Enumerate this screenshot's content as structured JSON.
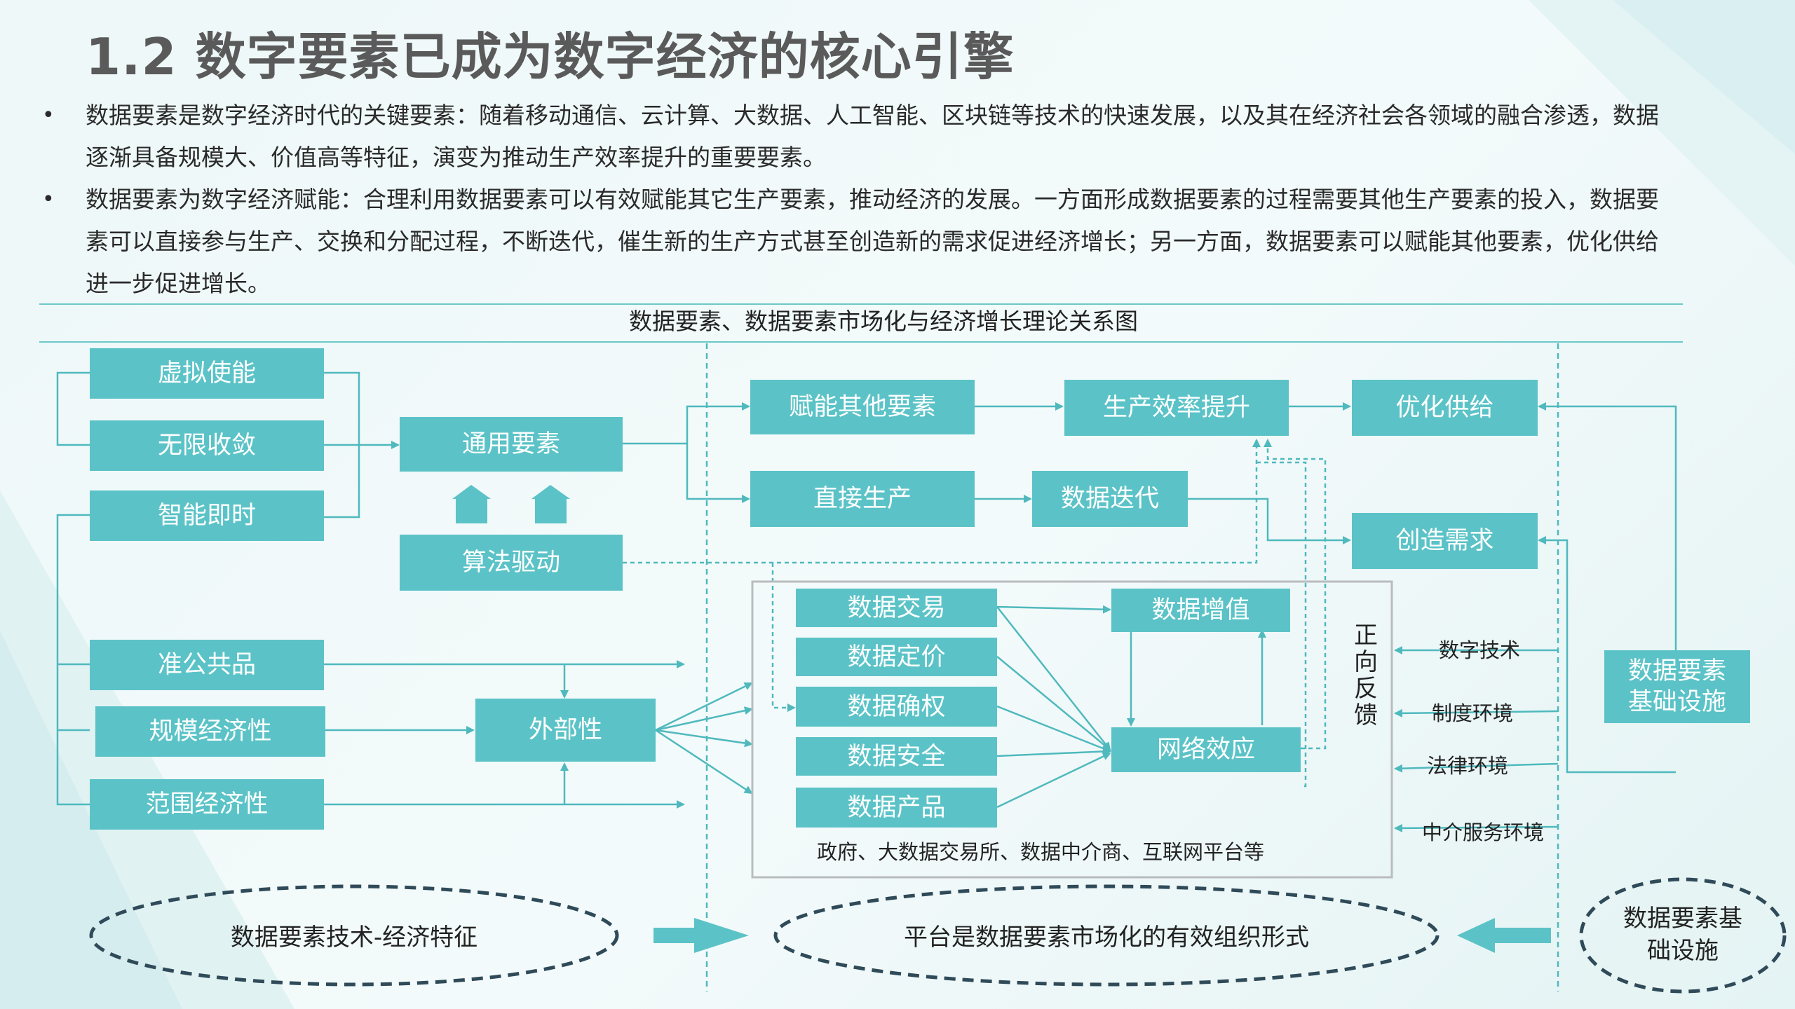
{
  "title": "1.2 数字要素已成为数字经济的核心引擎",
  "bullets": [
    "数据要素是数字经济时代的关键要素：随着移动通信、云计算、大数据、人工智能、区块链等技术的快速发展，以及其在经济社会各领域的融合渗透，数据逐渐具备规模大、价值高等特征，演变为推动生产效率提升的重要要素。",
    "数据要素为数字经济赋能：合理利用数据要素可以有效赋能其它生产要素，推动经济的发展。一方面形成数据要素的过程需要其他生产要素的投入，数据要素可以直接参与生产、交换和分配过程，不断迭代，催生新的生产方式甚至创造新的需求促进经济增长；另一方面，数据要素可以赋能其他要素，优化供给进一步促进增长。"
  ],
  "diagram": {
    "caption": "数据要素、数据要素市场化与经济增长理论关系图",
    "left_boxes": {
      "virtual": "虚拟使能",
      "infinite": "无限收敛",
      "instant": "智能即时",
      "general": "通用要素",
      "algorithm": "算法驱动",
      "quasi_public": "准公共品",
      "scale": "规模经济性",
      "scope": "范围经济性",
      "externality": "外部性"
    },
    "middle_boxes": {
      "empower": "赋能其他要素",
      "direct": "直接生产",
      "efficiency": "生产效率提升",
      "iteration": "数据迭代",
      "trade": "数据交易",
      "pricing": "数据定价",
      "rights": "数据确权",
      "security": "数据安全",
      "product": "数据产品",
      "value_add": "数据增值",
      "network": "网络效应",
      "platform_note": "政府、大数据交易所、数据中介商、互联网平台等"
    },
    "right_boxes": {
      "supply": "优化供给",
      "demand": "创造需求",
      "infra": "数据要素基础设施",
      "feedback": "正向反馈"
    },
    "right_labels": [
      "数字技术",
      "制度环境",
      "法律环境",
      "中介服务环境"
    ],
    "ovals": {
      "left": "数据要素技术-经济特征",
      "middle": "平台是数据要素市场化的有效组织形式",
      "right": "数据要素基础设施"
    }
  },
  "colors": {
    "box_fill": "#5bc3c7",
    "line": "#4fb9bd",
    "title": "#5a5a5a",
    "oval_border": "#2f4a58"
  }
}
